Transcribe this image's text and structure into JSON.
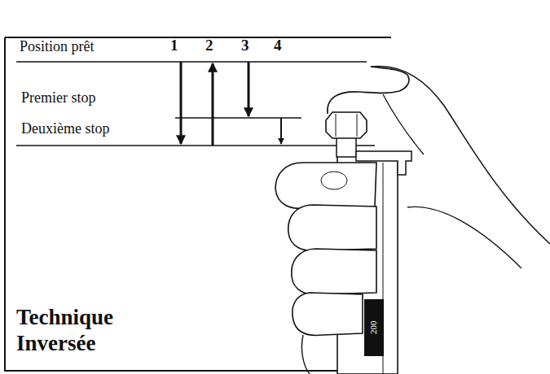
{
  "diagram": {
    "title": "Technique Inversée",
    "labels": [
      "Position prêt",
      "1",
      "2",
      "3",
      "4",
      "Premier stop",
      "Deuxième stop",
      "200"
    ]
  }
}
